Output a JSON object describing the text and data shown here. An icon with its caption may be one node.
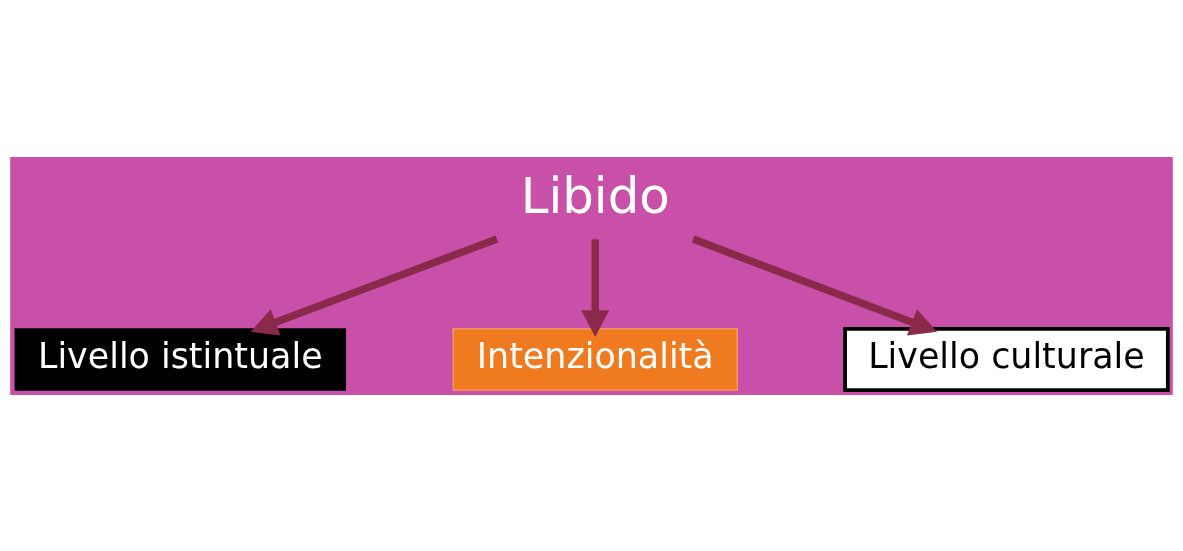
{
  "diagram": {
    "nodes": [
      {
        "text": [
          "Libido"
        ]
      },
      {
        "text": [
          "Livello istintuale"
        ]
      },
      {
        "text": [
          "Intenzionalità"
        ]
      },
      {
        "text": [
          "Livello culturale"
        ]
      }
    ],
    "edges": [
      {
        "from": 0,
        "to": 1,
        "arrow": "to"
      },
      {
        "from": 0,
        "to": 2,
        "arrow": "to"
      },
      {
        "from": 0,
        "to": 3,
        "arrow": "to"
      }
    ]
  }
}
